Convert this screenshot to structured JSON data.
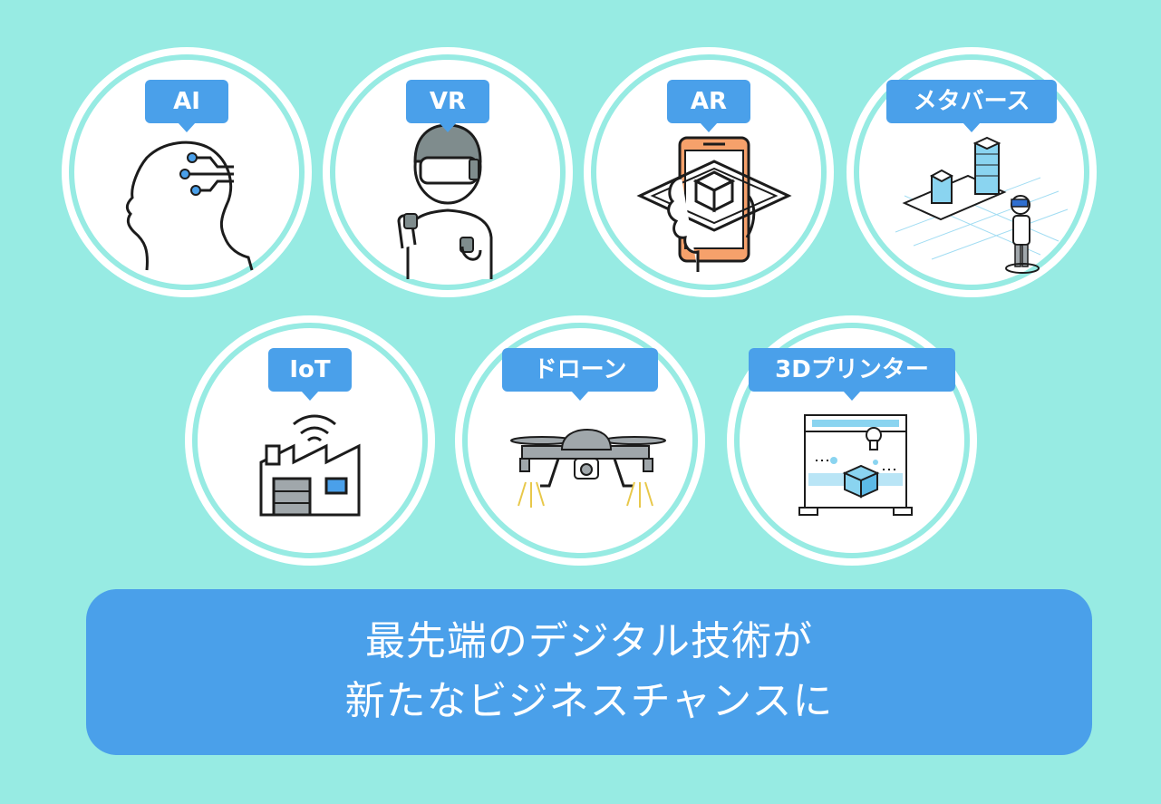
{
  "items": [
    {
      "label": "AI",
      "icon": "ai-head-icon"
    },
    {
      "label": "VR",
      "icon": "vr-headset-person-icon"
    },
    {
      "label": "AR",
      "icon": "ar-smartphone-icon"
    },
    {
      "label": "メタバース",
      "icon": "metaverse-city-icon"
    },
    {
      "label": "IoT",
      "icon": "iot-factory-icon"
    },
    {
      "label": "ドローン",
      "icon": "drone-icon"
    },
    {
      "label": "3Dプリンター",
      "icon": "3d-printer-icon"
    }
  ],
  "banner": {
    "line1": "最先端のデジタル技術が",
    "line2": "新たなビジネスチャンスに"
  },
  "colors": {
    "background": "#97ebe3",
    "accent_blue": "#4aa0ea",
    "orange": "#f6a16b",
    "light_blue": "#8ad4f0"
  }
}
